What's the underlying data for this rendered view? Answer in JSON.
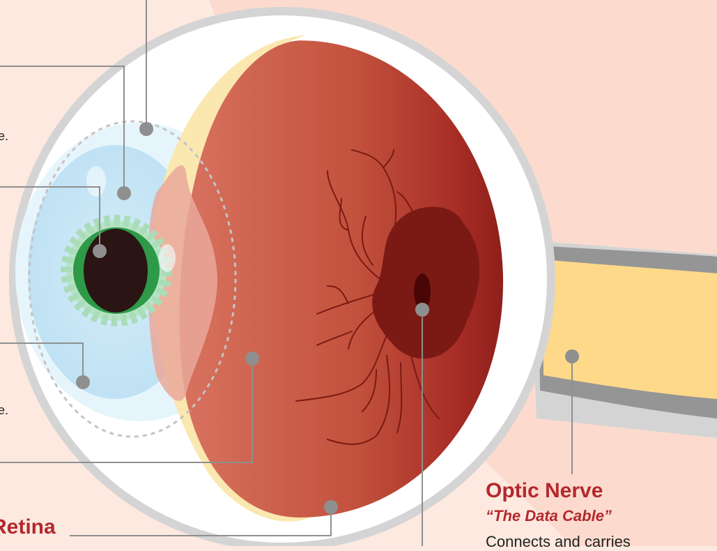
{
  "colors": {
    "background": "#fde9df",
    "accent_title": "#b3282d",
    "leader_line": "#8f8f8f",
    "sclera": "#ffffff",
    "eye_outline": "#d4d4d4",
    "retina": "#c85a45",
    "macula": "#7b1a14",
    "iris": "#2e9a48",
    "pupil": "#2a1414",
    "nerve": "#ffd98a"
  },
  "labels": {
    "optic_nerve": {
      "title": "Optic Nerve",
      "subtitle": "“The Data Cable”",
      "description": "Connects and carries"
    },
    "retina": {
      "title": "Retina"
    },
    "fragments": {
      "line_a": "e.",
      "line_b": "e."
    }
  }
}
